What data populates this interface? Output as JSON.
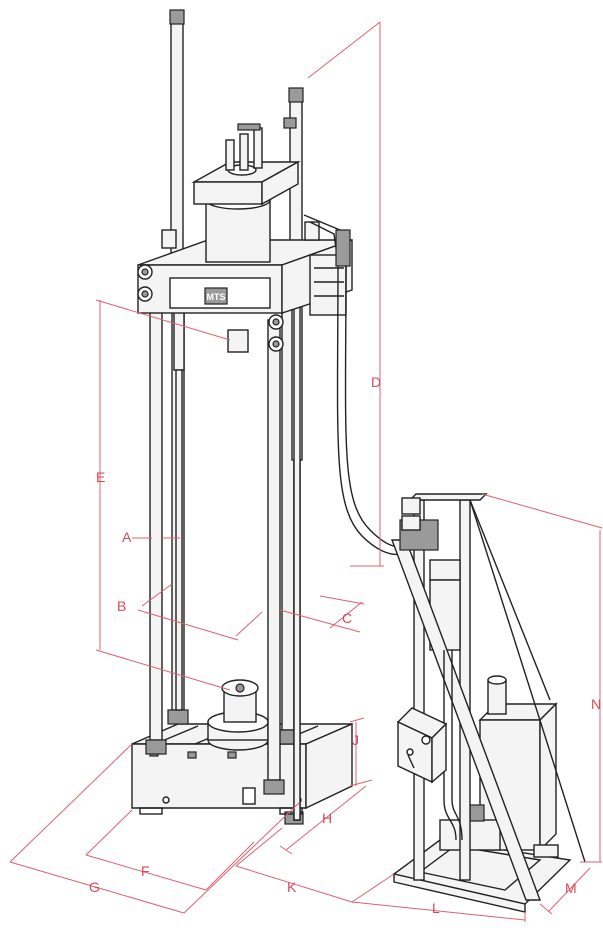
{
  "labels": {
    "A": "A",
    "B": "B",
    "C": "C",
    "D": "D",
    "E": "E",
    "F": "F",
    "G": "G",
    "H": "H",
    "J": "J",
    "K": "K",
    "L": "L",
    "M": "M",
    "N": "N"
  },
  "nameplate": "MTS",
  "colors": {
    "dimension": "#e06070",
    "label": "#d84a5c",
    "outline": "#222222"
  }
}
